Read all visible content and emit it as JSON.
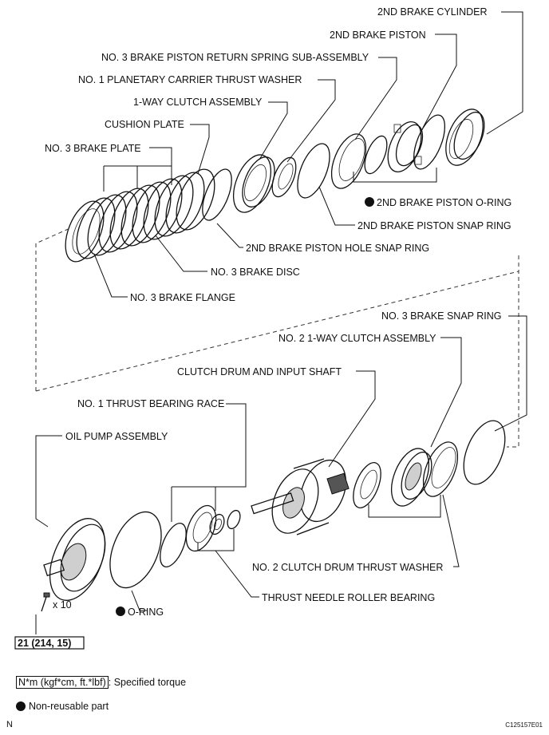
{
  "labels": {
    "cylinder": "2ND BRAKE CYLINDER",
    "piston": "2ND BRAKE PISTON",
    "return_spring": "NO. 3 BRAKE PISTON RETURN SPRING SUB-ASSEMBLY",
    "thrust_washer_1": "NO. 1 PLANETARY CARRIER THRUST WASHER",
    "one_way_clutch": "1-WAY CLUTCH ASSEMBLY",
    "cushion_plate": "CUSHION PLATE",
    "brake_plate": "NO. 3 BRAKE PLATE",
    "piston_oring": "2ND BRAKE PISTON O-RING",
    "piston_snap_ring": "2ND BRAKE PISTON SNAP RING",
    "hole_snap_ring": "2ND BRAKE PISTON HOLE SNAP RING",
    "brake_disc": "NO. 3 BRAKE DISC",
    "brake_flange": "NO. 3 BRAKE FLANGE",
    "brake_snap_ring": "NO. 3 BRAKE SNAP RING",
    "one_way_clutch_2": "NO. 2 1-WAY CLUTCH ASSEMBLY",
    "clutch_drum": "CLUTCH DRUM AND INPUT SHAFT",
    "bearing_race": "NO. 1 THRUST BEARING RACE",
    "oil_pump": "OIL PUMP ASSEMBLY",
    "drum_thrust_washer": "NO. 2 CLUTCH DRUM THRUST WASHER",
    "needle_bearing": "THRUST NEEDLE ROLLER BEARING",
    "oring": "O-RING",
    "bolt_count": "x 10",
    "torque_value": "21 (214, 15)"
  },
  "legend": {
    "torque_units": "N*m (kgf*cm, ft.*lbf)",
    "torque_desc": ": Specified torque",
    "nonreusable": "Non-reusable part"
  },
  "footer": {
    "north": "N",
    "figure_id": "C125157E01"
  }
}
